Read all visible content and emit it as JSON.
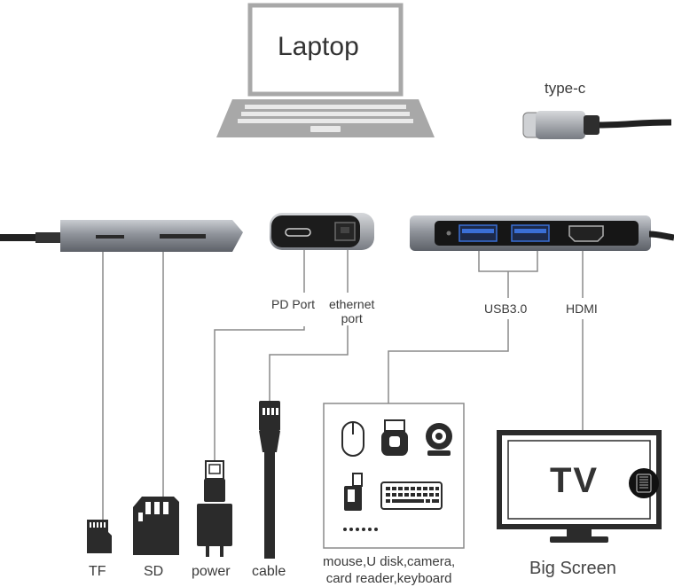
{
  "laptop": {
    "label": "Laptop"
  },
  "connector": {
    "label": "type-c"
  },
  "ports": {
    "pd_port": "PD Port",
    "ethernet_line1": "ethernet",
    "ethernet_line2": "port",
    "usb": "USB3.0",
    "hdmi": "HDMI"
  },
  "devices": {
    "tf": "TF",
    "sd": "SD",
    "power": "power",
    "cable": "cable",
    "peripherals_line1": "mouse,U disk,camera,",
    "peripherals_line2": "card reader,keyboard",
    "screen_label": "TV",
    "screen_caption": "Big Screen"
  },
  "colors": {
    "line": "#8a8a8a",
    "icon": "#2b2b2b",
    "laptop": "#a8a8a8",
    "hub_metal": "#8c8f95",
    "usb_blue": "#3a6fd6"
  }
}
